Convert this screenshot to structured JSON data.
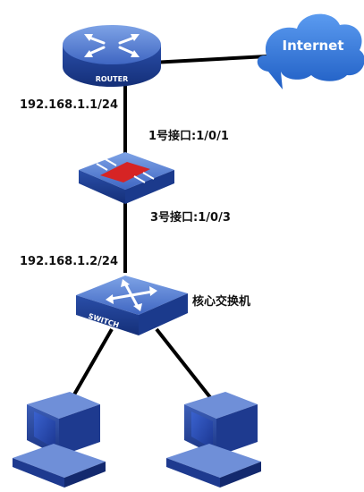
{
  "devices": {
    "router": {
      "label": "ROUTER"
    },
    "internet": {
      "label": "Internet"
    },
    "firewall": {},
    "switch": {
      "label": "SWITCH"
    },
    "pc_left": {},
    "pc_right": {}
  },
  "labels": {
    "router_ip": "192.168.1.1/24",
    "firewall_port1": "1号接口:1/0/1",
    "firewall_port3": "3号接口:1/0/3",
    "switch_ip": "192.168.1.2/24",
    "core_switch": "核心交换机"
  },
  "colors": {
    "device_blue_dark": "#1f3f96",
    "device_blue_light": "#6f96de",
    "cloud_blue": "#2a6fd4",
    "firewall_red": "#d62424",
    "link_line": "#000000"
  }
}
